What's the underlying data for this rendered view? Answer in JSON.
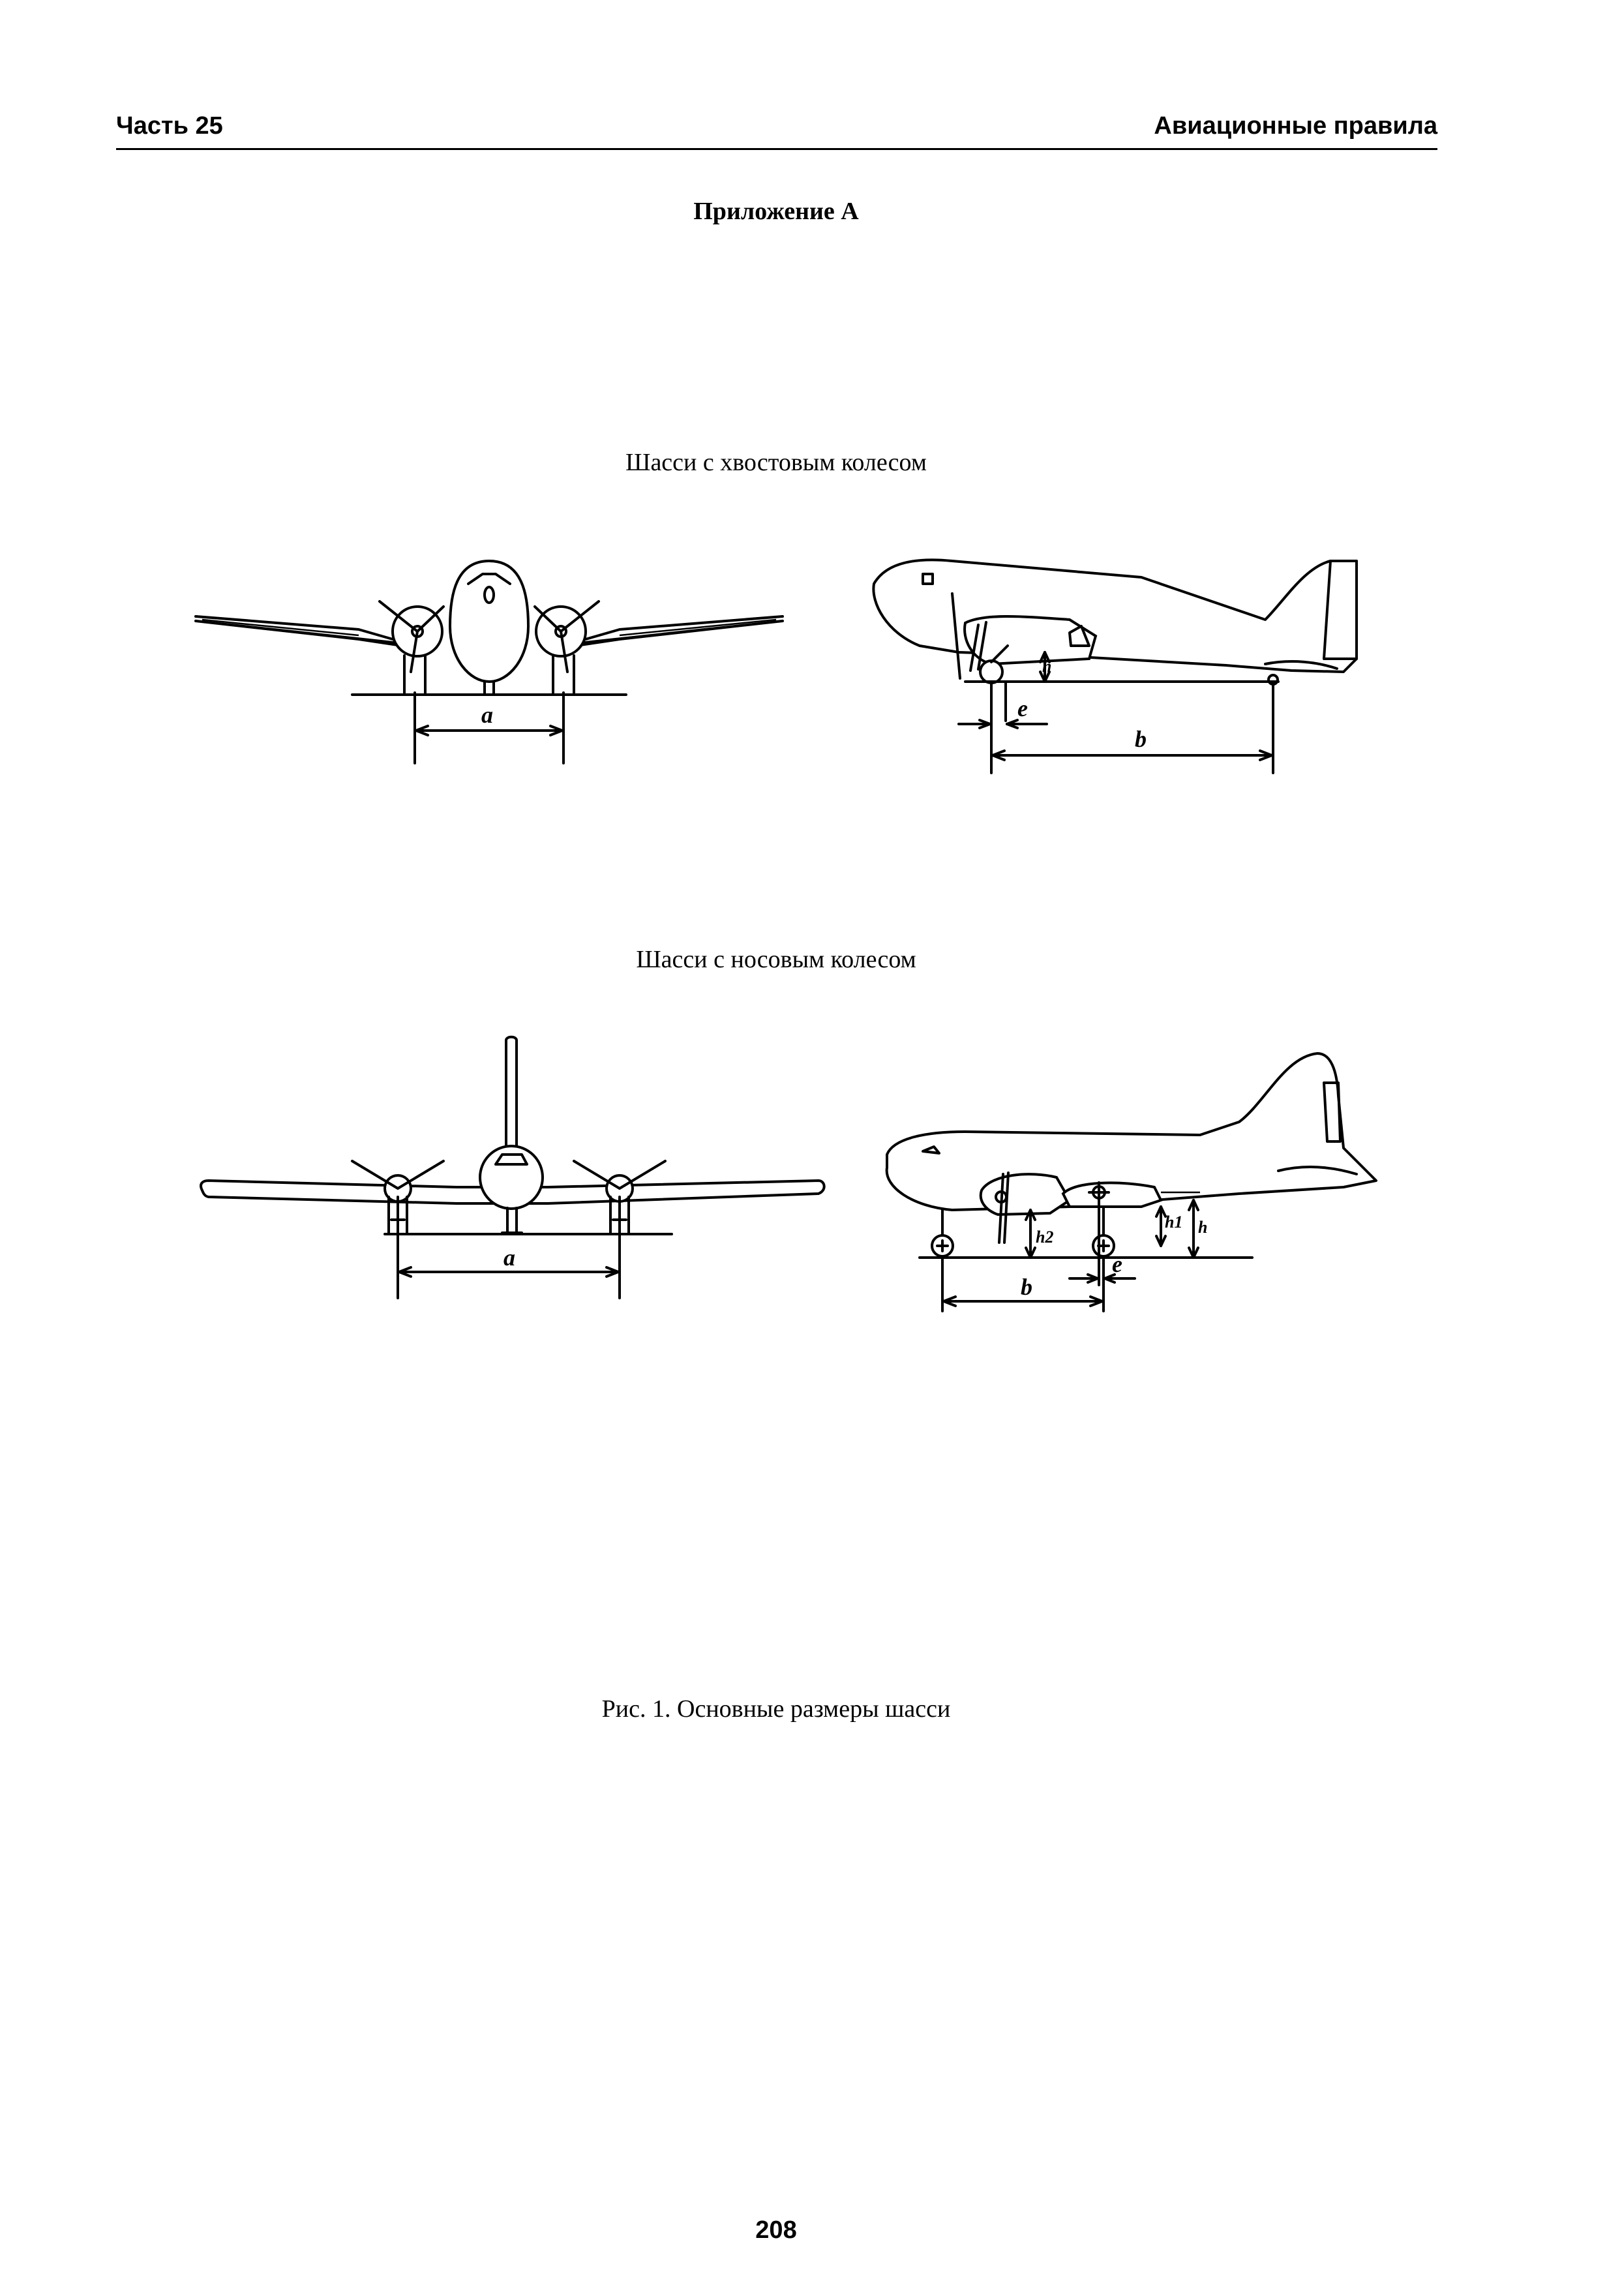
{
  "header": {
    "left": "Часть 25",
    "right": "Авиационные правила"
  },
  "appendix_title": "Приложение А",
  "section_tailwheel": "Шасси с хвостовым колесом",
  "section_nosewheel": "Шасси с носовым колесом",
  "figure_caption": "Рис. 1. Основные размеры шасси",
  "page_number": "208",
  "dimension_labels": {
    "tail_front_a": "a",
    "tail_side_e": "e",
    "tail_side_b": "b",
    "tail_side_h": "h",
    "nose_front_a": "a",
    "nose_side_b": "b",
    "nose_side_e": "e",
    "nose_side_h": "h",
    "nose_side_h1": "h1",
    "nose_side_h2": "h2"
  }
}
